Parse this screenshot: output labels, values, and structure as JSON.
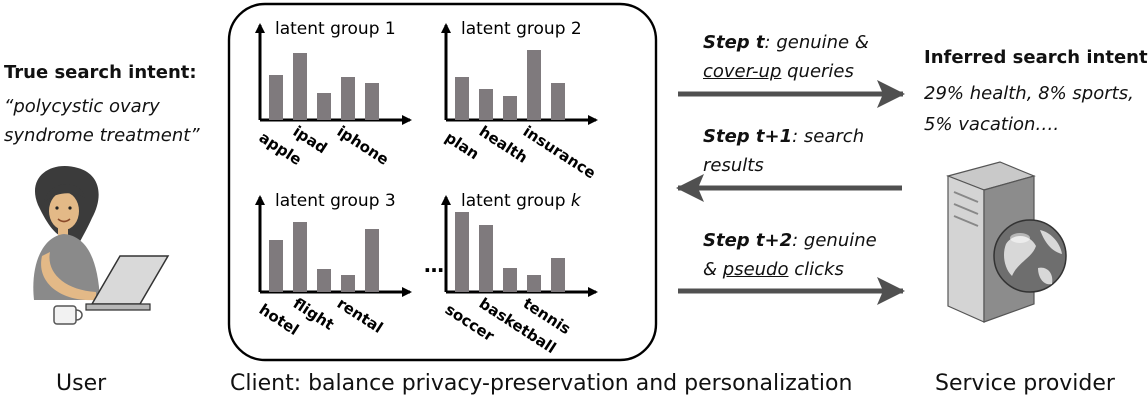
{
  "user": {
    "intent_title": "True search intent:",
    "intent_query_line1": "“polycystic ovary",
    "intent_query_line2": "syndrome treatment”",
    "label": "User"
  },
  "client": {
    "label": "Client: balance privacy-preservation and personalization",
    "ellipsis": "…",
    "groups": [
      {
        "name": "latent group 1",
        "words": [
          "apple",
          "ipad",
          "iphone"
        ],
        "bars": [
          0.45,
          0.67,
          0.27,
          0.43,
          0.37
        ]
      },
      {
        "name": "latent group 2",
        "words": [
          "plan",
          "health",
          "insurance"
        ],
        "bars": [
          0.43,
          0.31,
          0.24,
          0.7,
          0.37
        ]
      },
      {
        "name": "latent group 3",
        "words": [
          "hotel",
          "flight",
          "rental"
        ],
        "bars": [
          0.52,
          0.7,
          0.23,
          0.17,
          0.63
        ]
      },
      {
        "name_prefix": "latent group ",
        "name_var": "k",
        "words": [
          "soccer",
          "basketball",
          "tennis"
        ],
        "bars": [
          0.8,
          0.67,
          0.24,
          0.17,
          0.34
        ]
      }
    ]
  },
  "steps": [
    {
      "bold": "Step t",
      "rest1": ": genuine &",
      "u2": "cover-up",
      "rest2": " queries"
    },
    {
      "bold": "Step t+1",
      "rest1": ": search",
      "line2": "results"
    },
    {
      "bold": "Step t+2",
      "rest1": ": genuine",
      "pre2": "& ",
      "u2": "pseudo",
      "rest2": " clicks"
    }
  ],
  "provider": {
    "inferred_title": "Inferred search intent:",
    "inferred_line1": "29% health, 8% sports,",
    "inferred_line2": "5% vacation….",
    "label": "Service provider"
  },
  "colors": {
    "bar": "#7f7a7d",
    "arrow": "#505050",
    "axis": "#000000"
  }
}
